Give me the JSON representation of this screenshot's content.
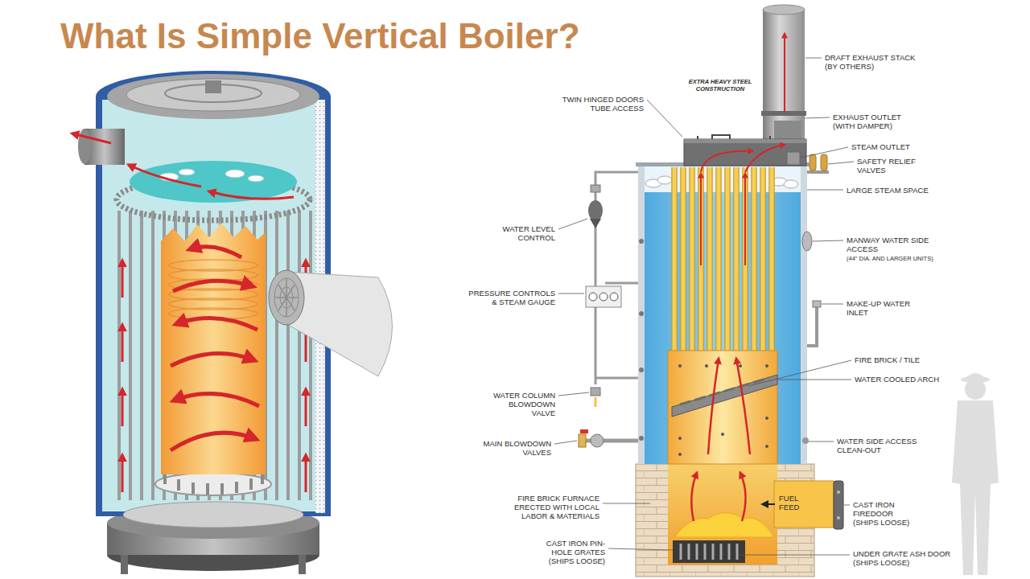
{
  "diagram": {
    "title": "What Is Simple Vertical Boiler?",
    "labels": [
      "DRAFT EXHAUST STACK (BY OTHERS)",
      "EXTRA HEAVY STEEL CONSTRUCTION",
      "TWIN HINGED DOORS TUBE ACCESS",
      "EXHAUST OUTLET (WITH DAMPER)",
      "STEAM OUTLET",
      "SAFETY RELIEF VALVES",
      "LARGE STEAM SPACE",
      "WATER LEVEL CONTROL",
      "MANWAY WATER SIDE ACCESS",
      "(44\" DIA. AND LARGER UNITS)",
      "PRESSURE CONTROLS & STEAM GAUGE",
      "MAKE-UP WATER INLET",
      "FIRE BRICK / TILE",
      "WATER COOLED ARCH",
      "WATER COLUMN BLOWDOWN VALVE",
      "MAIN BLOWDOWN VALVES",
      "WATER SIDE ACCESS CLEAN-OUT",
      "FIRE BRICK FURNACE ERECTED WITH LOCAL LABOR & MATERIALS",
      "FUEL FEED",
      "CAST IRON FIREDOOR (SHIPS LOOSE)",
      "CAST IRON PIN-HOLE GRATES (SHIPS LOOSE)",
      "UNDER GRATE ASH DOOR (SHIPS LOOSE)"
    ]
  }
}
